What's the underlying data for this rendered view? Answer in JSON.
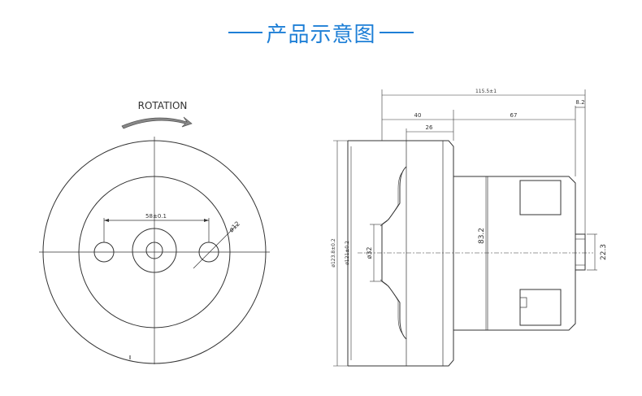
{
  "header": {
    "title": "产品示意图"
  },
  "front_view": {
    "rotation_label": "ROTATION",
    "hole_spacing": "58±0.1",
    "hole_diameter": "ø12"
  },
  "side_view": {
    "total_length": "115.5±1",
    "dim_40": "40",
    "dim_26": "26",
    "dim_67": "67",
    "dim_8": "8.2",
    "outer_dia": "ø123.8±0.2",
    "inner_dia": "ø121±0.2",
    "dia_32": "ø32",
    "body_dia": "83.2",
    "shaft_dia": "22.3"
  },
  "colors": {
    "accent": "#1e7fd6",
    "line": "#333333"
  }
}
